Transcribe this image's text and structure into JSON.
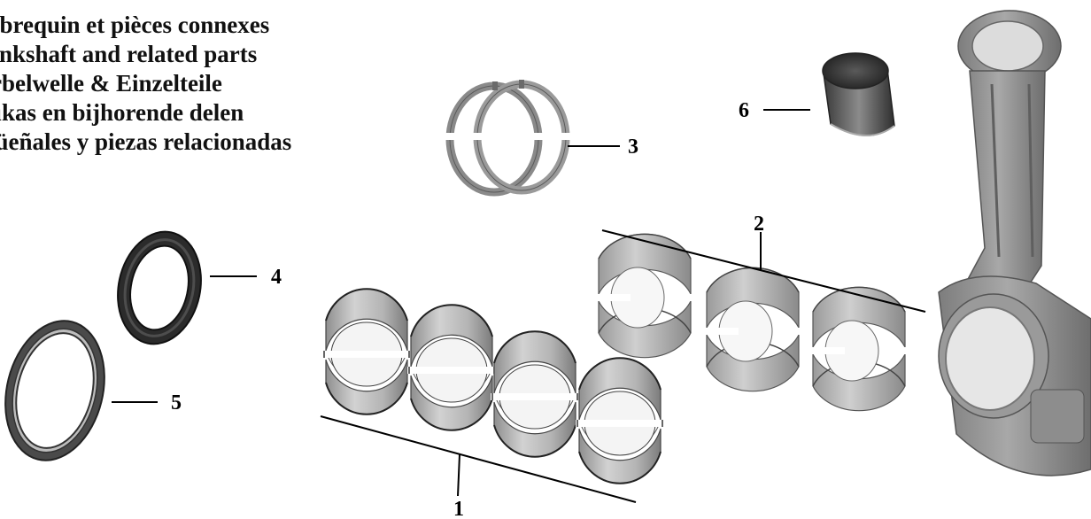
{
  "titles": [
    "Vilebrequin et pièces connexes",
    "Crankshaft and related parts",
    "Kurbelwelle & Einzelteile",
    "Krukas en bijhorende delen",
    "Cigüeñales y piezas relacionadas"
  ],
  "callouts": {
    "c1": "1",
    "c2": "2",
    "c3": "3",
    "c4": "4",
    "c5": "5",
    "c6": "6"
  },
  "parts": {
    "p1": "main-bearing-shell",
    "p2": "connecting-rod-bearing-shell",
    "p3": "thrust-washer",
    "p4": "oil-seal",
    "p5": "seal-ring",
    "p6": "bushing"
  }
}
